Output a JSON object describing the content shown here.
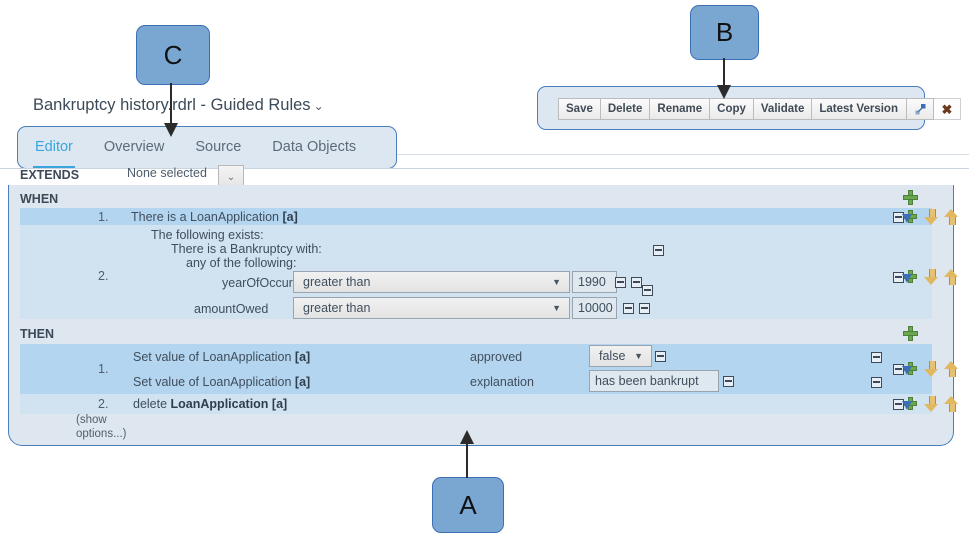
{
  "page": {
    "title": "Bankruptcy history.rdrl - Guided Rules",
    "title_caret": "⌄"
  },
  "tabs": [
    {
      "label": "Editor",
      "active": true
    },
    {
      "label": "Overview",
      "active": false
    },
    {
      "label": "Source",
      "active": false
    },
    {
      "label": "Data Objects",
      "active": false
    }
  ],
  "toolbar": {
    "save_label": "Save",
    "delete_label": "Delete",
    "rename_label": "Rename",
    "copy_label": "Copy",
    "validate_label": "Validate",
    "version_label": "Latest Version",
    "version_caret": "⌄",
    "expand_icon": "expand-icon",
    "close_icon": "✖"
  },
  "extends": {
    "label": "EXTENDS",
    "value": "None selected",
    "caret": "⌄"
  },
  "when": {
    "label": "WHEN",
    "rows": [
      {
        "number": "1.",
        "text": "There is a LoanApplication ",
        "bold": "[a]"
      },
      {
        "number": "2.",
        "line1": "The following exists:",
        "line2": "There is a Bankruptcy with:",
        "line3": "any of the following:",
        "constraints": [
          {
            "field": "yearOfOccurrence",
            "operator": "greater than",
            "value": "1990"
          },
          {
            "field": "amountOwed",
            "operator": "greater than",
            "value": "10000"
          }
        ]
      }
    ]
  },
  "then": {
    "label": "THEN",
    "rows": [
      {
        "number": "1.",
        "actions": [
          {
            "text": "Set value of LoanApplication ",
            "bold": "[a]",
            "field": "approved",
            "control": "select",
            "value": "false"
          },
          {
            "text": "Set value of LoanApplication ",
            "bold": "[a]",
            "field": "explanation",
            "control": "text",
            "value": "has been bankrupt"
          }
        ]
      },
      {
        "number": "2.",
        "text": "delete ",
        "bold": "LoanApplication [a]"
      }
    ],
    "show_options": "(show options...)"
  },
  "icons": {
    "collapse": "collapse-minus-icon",
    "add": "add-green-plus-icon",
    "add_blue": "add-with-arrow-icon",
    "move_down": "move-down-arrow-icon",
    "move_up": "move-up-arrow-icon"
  },
  "callouts": [
    {
      "id": "A",
      "label": "A"
    },
    {
      "id": "B",
      "label": "B"
    },
    {
      "id": "C",
      "label": "C"
    }
  ],
  "colors": {
    "accent": "#39a5dc",
    "panel_border": "#4a7ebb",
    "panel_bg": "#dee6ef",
    "row_highlight": "#b4d5ef",
    "row_light": "#d1e2f1",
    "callout_fill": "#7aa6d2",
    "callout_border": "#3d6fb5"
  }
}
